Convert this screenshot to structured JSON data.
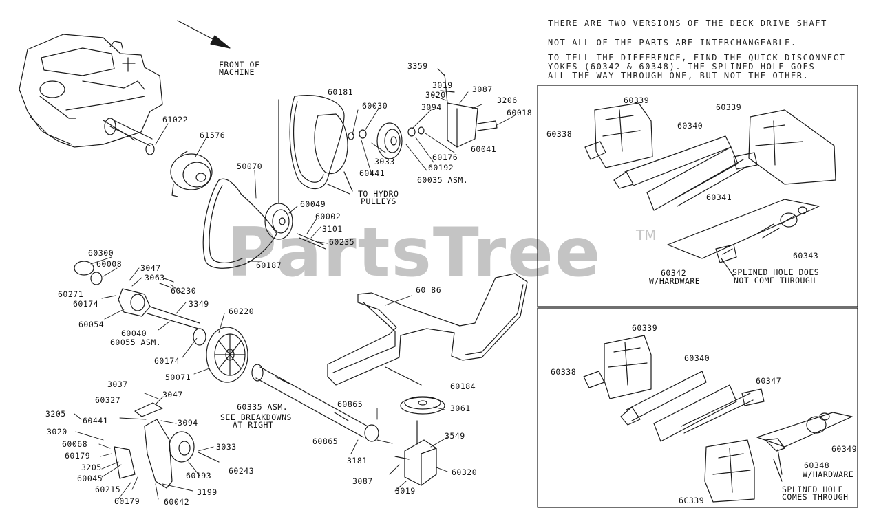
{
  "watermark": {
    "brand": "PartsTree",
    "trademark": "TM"
  },
  "direction_label": {
    "line1": "FRONT OF",
    "line2": "MACHINE"
  },
  "notes": {
    "line1": "THERE ARE TWO VERSIONS OF THE DECK DRIVE SHAFT",
    "line2": "NOT ALL OF THE PARTS ARE INTERCHANGEABLE.",
    "line3": "TO TELL THE DIFFERENCE, FIND THE QUICK-DISCONNECT",
    "line4": "YOKES (60342 & 60348). THE SPLINED HOLE GOES",
    "line5": "ALL THE WAY THROUGH ONE, BUT NOT THE OTHER."
  },
  "callouts": {
    "to_hydro_1": "TO HYDRO",
    "to_hydro_2": "PULLEYS",
    "asm_60035": "60035 ASM.",
    "asm_60055": "60055 ASM.",
    "asm_60335_1": "60335 ASM.",
    "asm_60335_2": "SEE BREAKDOWNS",
    "asm_60335_3": "AT RIGHT",
    "w_hardware_top": "W/HARDWARE",
    "not_through_1": "SPLINED HOLE DOES",
    "not_through_2": "NOT COME THROUGH",
    "w_hardware_bottom": "W/HARDWARE",
    "through_1": "SPLINED HOLE",
    "through_2": "COMES THROUGH"
  },
  "part_numbers": {
    "p3359": "3359",
    "p3019a": "3019",
    "p3020a": "3020",
    "p3087a": "3087",
    "p3206": "3206",
    "p60181": "60181",
    "p60030": "60030",
    "p3094a": "3094",
    "p60018": "60018",
    "p61022": "61022",
    "p61576": "61576",
    "p60041": "60041",
    "p60176": "60176",
    "p60192": "60192",
    "p3033a": "3033",
    "p60441a": "60441",
    "p50070": "50070",
    "p60049": "60049",
    "p60002": "60002",
    "p3101": "3101",
    "p60235": "60235",
    "p60187": "60187",
    "p60300": "60300",
    "p60008": "60008",
    "p3047a": "3047",
    "p3063": "3063",
    "p60230": "60230",
    "p60271": "60271",
    "p60174a": "60174",
    "p3349a": "3349",
    "p60054": "60054",
    "p60040": "60040",
    "p60220": "60220",
    "p60174b": "60174",
    "p50071": "50071",
    "p60186": "60 86",
    "p3037": "3037",
    "p60327": "60327",
    "p3047b": "3047",
    "p3205a": "3205",
    "p60441b": "60441",
    "p3094b": "3094",
    "p3020b": "3020",
    "p60068": "60068",
    "p60179a": "60179",
    "p3205b": "3205",
    "p60045": "60045",
    "p60215": "60215",
    "p60179b": "60179",
    "p60042": "60042",
    "p3199": "3199",
    "p3033b": "3033",
    "p60193": "60193",
    "p60243": "60243",
    "p60865a": "60865",
    "p60865b": "60865",
    "p3181": "3181",
    "p3087b": "3087",
    "p3019b": "3019",
    "p60184": "60184",
    "p3061": "3061",
    "p3549": "3549",
    "p60320": "60320",
    "r_p60339a": "60339",
    "r_p60339b": "60339",
    "r_p60338a": "60338",
    "r_p60340a": "60340",
    "r_p60341": "60341",
    "r_p60343": "60343",
    "r_p60342": "60342",
    "r_p60339c": "60339",
    "r_p60338b": "60338",
    "r_p60340b": "60340",
    "r_p60347": "60347",
    "r_p60349": "60349",
    "r_p60348": "60348",
    "r_p60339d": "6C339"
  },
  "colors": {
    "line": "#1a1a1a",
    "watermark": "#c4c4c4",
    "background": "#ffffff"
  }
}
